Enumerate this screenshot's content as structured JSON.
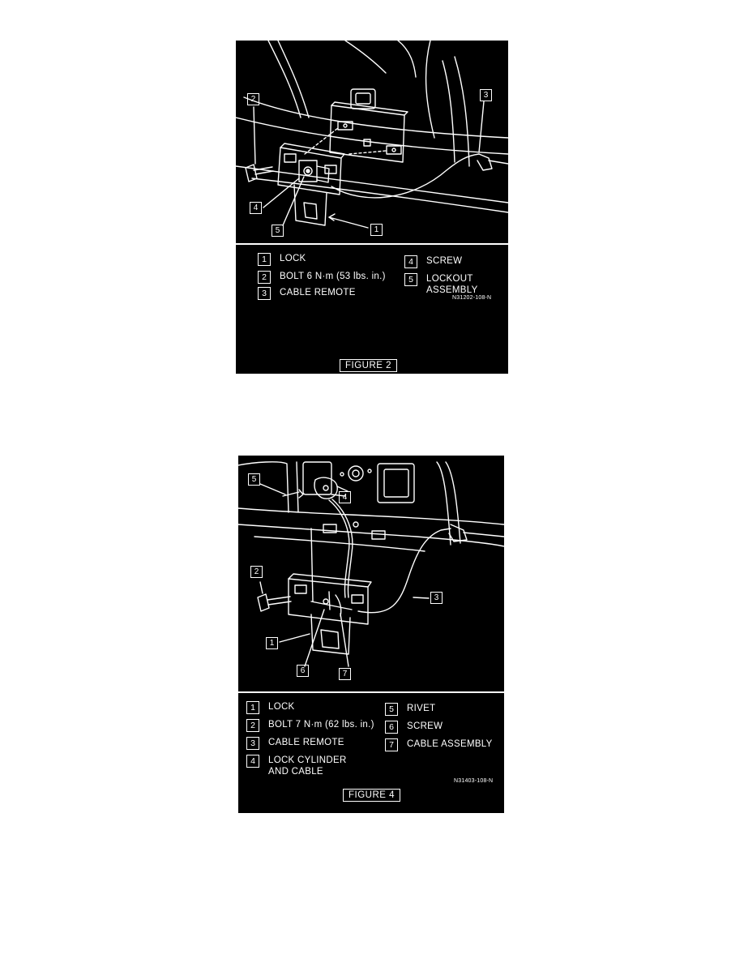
{
  "figure2": {
    "callouts": [
      "1",
      "2",
      "3",
      "4",
      "5"
    ],
    "legend": [
      {
        "num": "1",
        "text": "LOCK"
      },
      {
        "num": "2",
        "text": "BOLT 6 N·m (53 lbs. in.)"
      },
      {
        "num": "3",
        "text": "CABLE REMOTE"
      },
      {
        "num": "4",
        "text": "SCREW"
      },
      {
        "num": "5",
        "text": "LOCKOUT\nASSEMBLY"
      }
    ],
    "code": "N31202-108-N",
    "label": "FIGURE 2"
  },
  "figure4": {
    "callouts": [
      "1",
      "2",
      "3",
      "4",
      "5",
      "6",
      "7"
    ],
    "legend": [
      {
        "num": "1",
        "text": "LOCK"
      },
      {
        "num": "2",
        "text": "BOLT 7 N·m (62 lbs. in.)"
      },
      {
        "num": "3",
        "text": "CABLE REMOTE"
      },
      {
        "num": "4",
        "text": "LOCK CYLINDER\nAND CABLE"
      },
      {
        "num": "5",
        "text": "RIVET"
      },
      {
        "num": "6",
        "text": "SCREW"
      },
      {
        "num": "7",
        "text": "CABLE ASSEMBLY"
      }
    ],
    "code": "N31403-108-N",
    "label": "FIGURE 4"
  },
  "colors": {
    "background": "#000000",
    "line": "#ffffff",
    "page": "#ffffff"
  }
}
